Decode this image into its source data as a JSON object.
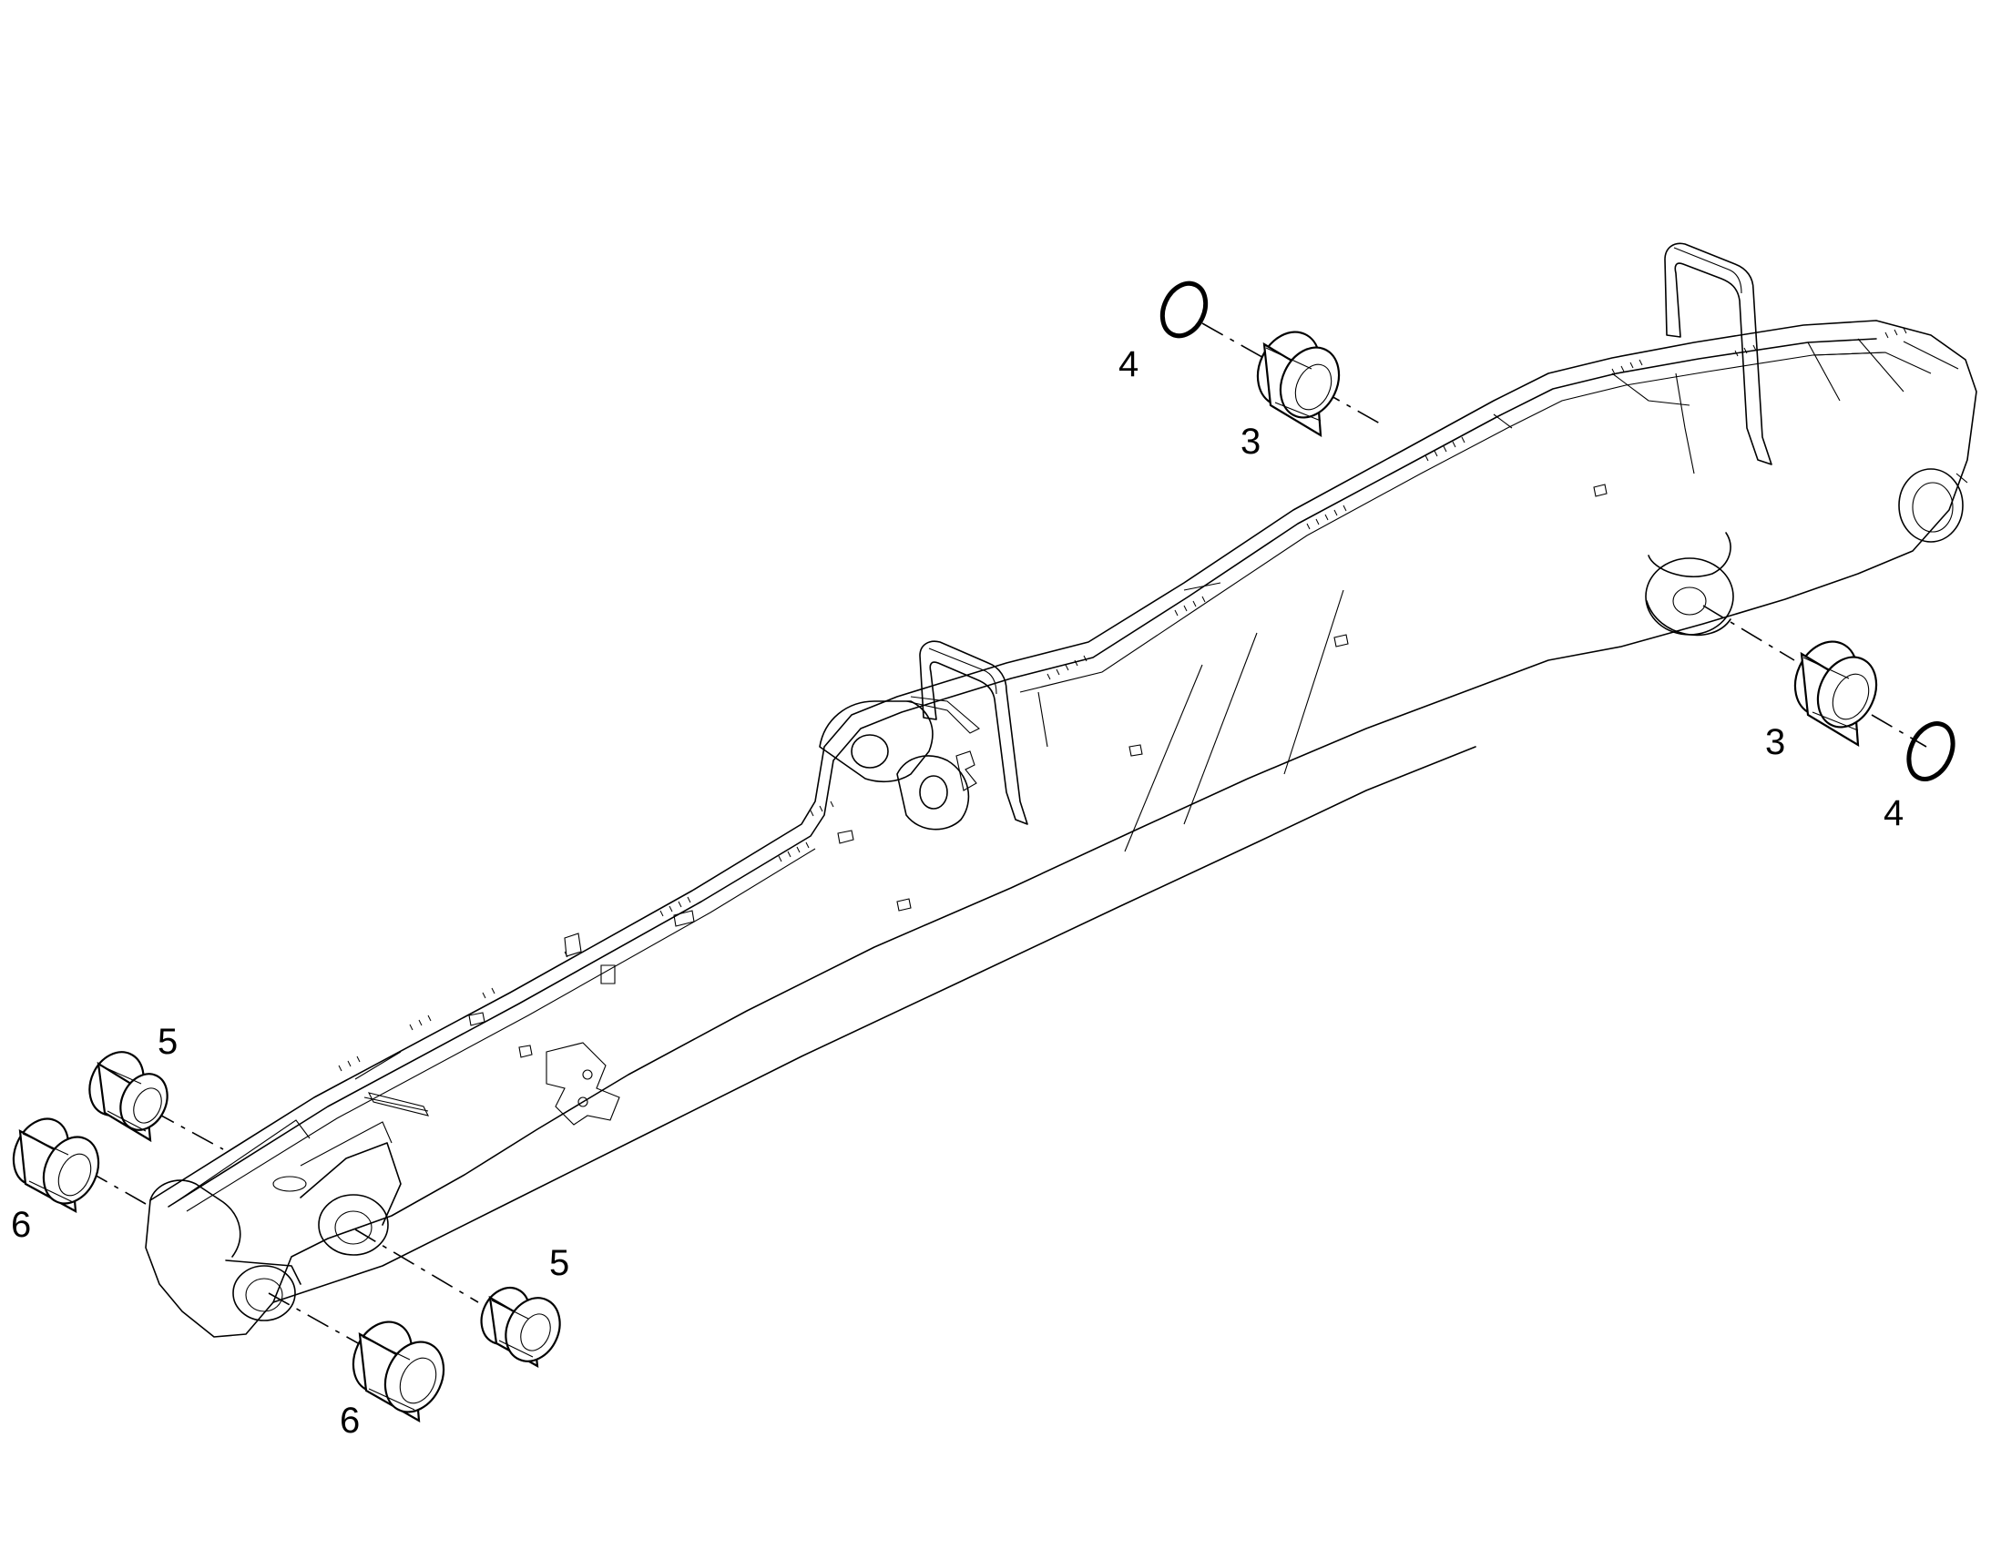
{
  "callouts": {
    "label_4_top": "4",
    "label_3_top": "3",
    "label_3_right": "3",
    "label_4_right": "4",
    "label_5_left": "5",
    "label_6_left": "6",
    "label_5_bottom": "5",
    "label_6_bottom": "6"
  }
}
